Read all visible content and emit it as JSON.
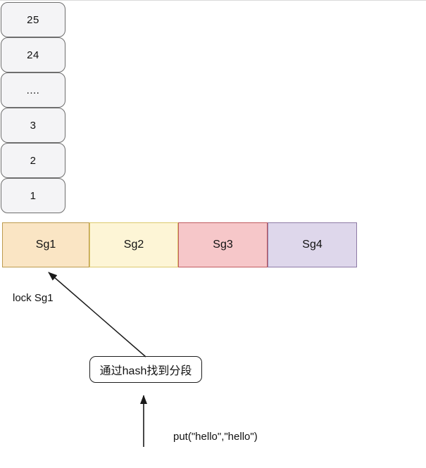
{
  "diagram": {
    "bucket_list": {
      "items": [
        "25",
        "24",
        "....",
        "3",
        "2",
        "1"
      ]
    },
    "segments": {
      "items": [
        {
          "label": "Sg1",
          "fill": "#fae5c4",
          "border": "#bc9b4e"
        },
        {
          "label": "Sg2",
          "fill": "#fdf5d6",
          "border": "#dcc96e"
        },
        {
          "label": "Sg3",
          "fill": "#f6c7c9",
          "border": "#c05a5e"
        },
        {
          "label": "Sg4",
          "fill": "#ded7eb",
          "border": "#8d7aa5"
        }
      ]
    },
    "lock_label": "lock Sg1",
    "hash_box_label": "通过hash找到分段",
    "put_label": "put(\"hello\",\"hello\")",
    "arrow_color": "#1a1a1a"
  }
}
